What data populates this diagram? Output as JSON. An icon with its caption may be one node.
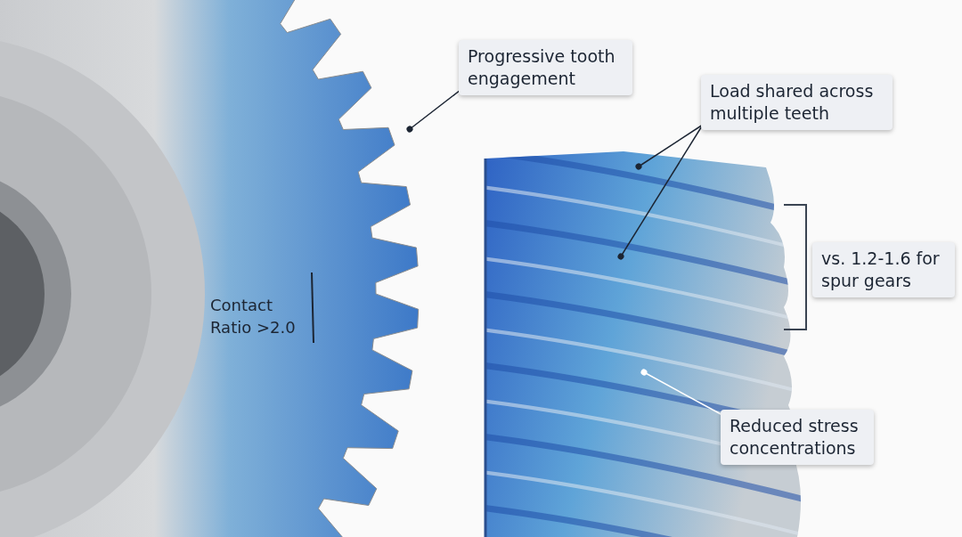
{
  "diagram": {
    "nodes": [
      {
        "text": [
          "Progressive tooth engagement"
        ]
      },
      {
        "text": [
          "Load shared across multiple teeth"
        ]
      },
      {
        "text": [
          "vs.  1.2-1.6 for spur gears"
        ]
      },
      {
        "text": [
          "Reduced stress concentrations"
        ]
      }
    ],
    "edges": [
      {
        "from": 0,
        "to": null,
        "arrow": "other"
      },
      {
        "from": 1,
        "to": null,
        "arrow": "other"
      },
      {
        "from": 1,
        "to": null,
        "arrow": "other"
      },
      {
        "from": 3,
        "to": null,
        "arrow": "other",
        "color": "#ffffff"
      }
    ],
    "labels": [
      "Contact Ratio >2.0"
    ]
  }
}
